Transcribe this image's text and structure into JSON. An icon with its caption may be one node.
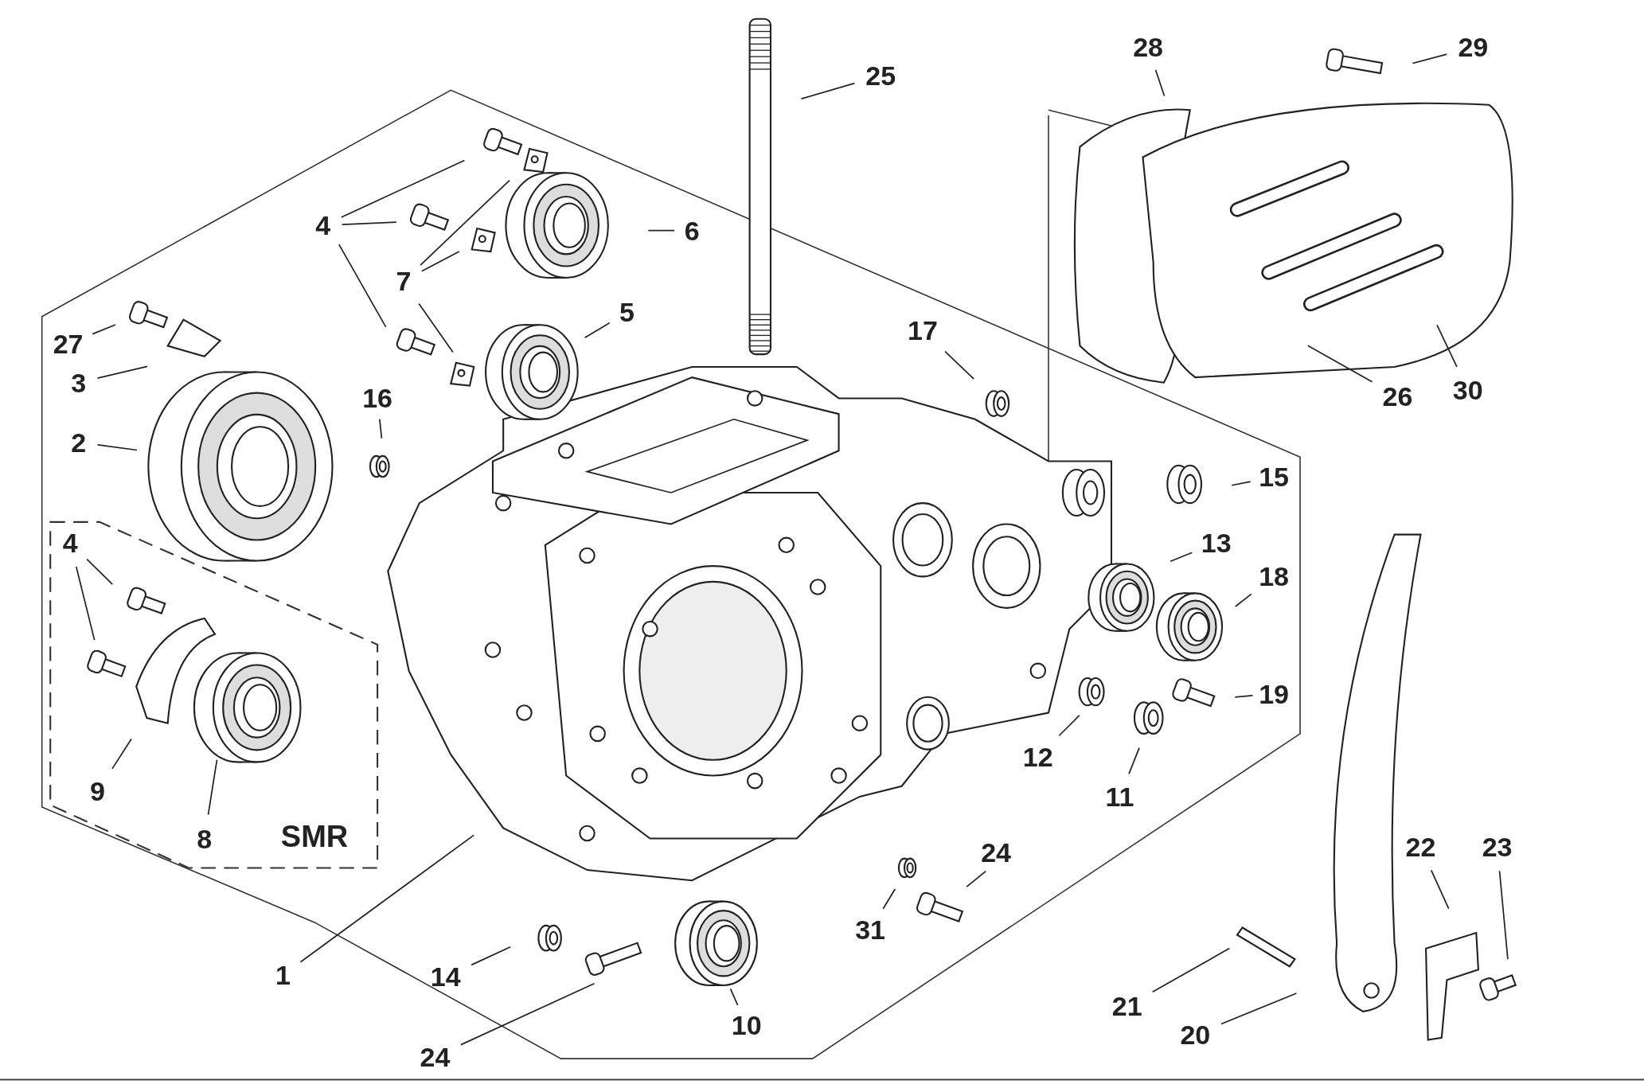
{
  "diagram": {
    "nodes": [
      {
        "text": [
          "28"
        ]
      },
      {
        "text": [
          "29"
        ]
      },
      {
        "text": [
          "25"
        ]
      },
      {
        "text": [
          "4"
        ]
      },
      {
        "text": [
          "6"
        ]
      },
      {
        "text": [
          "7"
        ]
      },
      {
        "text": [
          "5"
        ]
      },
      {
        "text": [
          "17"
        ]
      },
      {
        "text": [
          "27"
        ]
      },
      {
        "text": [
          "3"
        ]
      },
      {
        "text": [
          "30"
        ]
      },
      {
        "text": [
          "26"
        ]
      },
      {
        "text": [
          "16"
        ]
      },
      {
        "text": [
          "2"
        ]
      },
      {
        "text": [
          "15"
        ]
      },
      {
        "text": [
          "4"
        ]
      },
      {
        "text": [
          "13"
        ]
      },
      {
        "text": [
          "18"
        ]
      },
      {
        "text": [
          "19"
        ]
      },
      {
        "text": [
          "12"
        ]
      },
      {
        "text": [
          "9"
        ]
      },
      {
        "text": [
          "11"
        ]
      },
      {
        "text": [
          "8"
        ]
      },
      {
        "text": [
          "22"
        ]
      },
      {
        "text": [
          "23"
        ]
      },
      {
        "text": [
          "24"
        ]
      },
      {
        "text": [
          "31"
        ]
      },
      {
        "text": [
          "1"
        ]
      },
      {
        "text": [
          "14"
        ]
      },
      {
        "text": [
          "21"
        ]
      },
      {
        "text": [
          "10"
        ]
      },
      {
        "text": [
          "20"
        ]
      },
      {
        "text": [
          "24"
        ]
      }
    ],
    "edges": [
      {
        "from": 0,
        "to": null,
        "arrow": "none"
      },
      {
        "from": 1,
        "to": null,
        "arrow": "none"
      },
      {
        "from": 2,
        "to": null,
        "arrow": "none"
      },
      {
        "from": 3,
        "to": null,
        "arrow": "none"
      },
      {
        "from": 3,
        "to": null,
        "arrow": "none"
      },
      {
        "from": 3,
        "to": null,
        "arrow": "none"
      },
      {
        "from": 4,
        "to": null,
        "arrow": "none"
      },
      {
        "from": 5,
        "to": null,
        "arrow": "none"
      },
      {
        "from": 5,
        "to": null,
        "arrow": "none"
      },
      {
        "from": 5,
        "to": null,
        "arrow": "none"
      },
      {
        "from": 6,
        "to": null,
        "arrow": "none"
      },
      {
        "from": 7,
        "to": null,
        "arrow": "none"
      },
      {
        "from": 8,
        "to": null,
        "arrow": "none"
      },
      {
        "from": 9,
        "to": null,
        "arrow": "none"
      },
      {
        "from": 10,
        "to": null,
        "arrow": "none"
      },
      {
        "from": 11,
        "to": null,
        "arrow": "none"
      },
      {
        "from": 12,
        "to": null,
        "arrow": "none"
      },
      {
        "from": 13,
        "to": null,
        "arrow": "none"
      },
      {
        "from": 14,
        "to": null,
        "arrow": "none"
      },
      {
        "from": 15,
        "to": null,
        "arrow": "none"
      },
      {
        "from": 15,
        "to": null,
        "arrow": "none"
      },
      {
        "from": 16,
        "to": null,
        "arrow": "none"
      },
      {
        "from": 17,
        "to": null,
        "arrow": "none"
      },
      {
        "from": 18,
        "to": null,
        "arrow": "none"
      },
      {
        "from": 19,
        "to": null,
        "arrow": "none"
      },
      {
        "from": 20,
        "to": null,
        "arrow": "none"
      },
      {
        "from": 21,
        "to": null,
        "arrow": "none"
      },
      {
        "from": 22,
        "to": null,
        "arrow": "none"
      },
      {
        "from": 23,
        "to": null,
        "arrow": "none"
      },
      {
        "from": 24,
        "to": null,
        "arrow": "none"
      },
      {
        "from": 25,
        "to": null,
        "arrow": "none"
      },
      {
        "from": 26,
        "to": null,
        "arrow": "none"
      },
      {
        "from": 27,
        "to": null,
        "arrow": "none"
      },
      {
        "from": 28,
        "to": null,
        "arrow": "none"
      },
      {
        "from": 29,
        "to": null,
        "arrow": "none"
      },
      {
        "from": 30,
        "to": null,
        "arrow": "none"
      },
      {
        "from": 31,
        "to": null,
        "arrow": "none"
      },
      {
        "from": 32,
        "to": null,
        "arrow": "none"
      }
    ],
    "labels": [
      "SMR"
    ]
  }
}
